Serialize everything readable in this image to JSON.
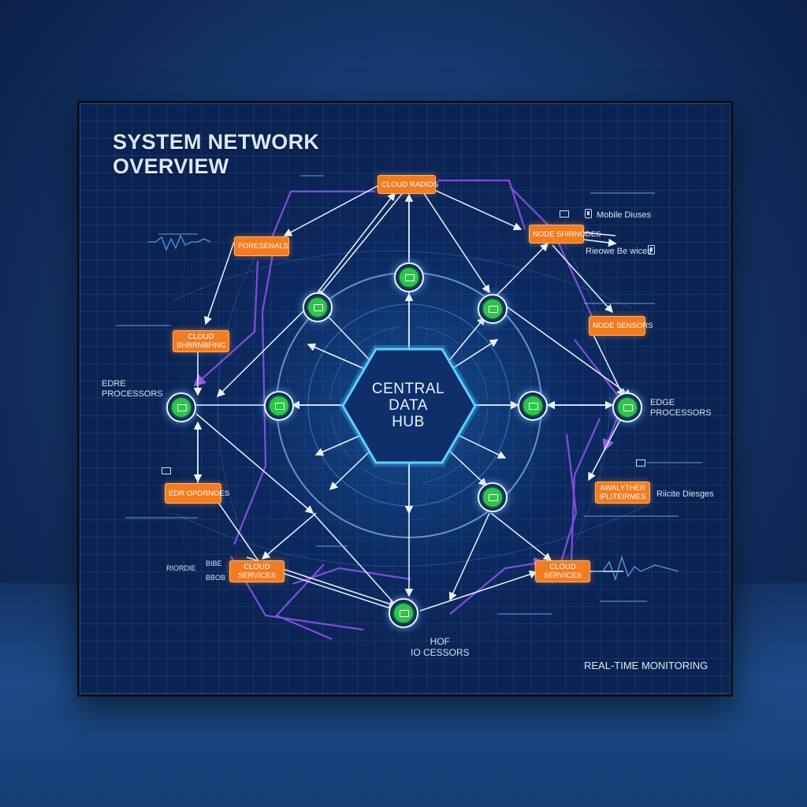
{
  "title": {
    "line1": "SYSTEM NETWORK",
    "line2": "OVERVIEW"
  },
  "hub": {
    "line1": "CENTRAL",
    "line2": "DATA",
    "line3": "HUB"
  },
  "boxes": {
    "top": [
      "CLOUD RADIOS"
    ],
    "upper_left": [
      "FORESENALS"
    ],
    "upper_right": [
      "NODE SHIRNODES"
    ],
    "right_sensors": [
      "NODE SENSORS"
    ],
    "left_cloud": [
      "CLOUD",
      "SHRRNBFING"
    ],
    "left_edge": [
      "EDR OPDRNOES"
    ],
    "right_analytics": [
      "AWALYTHER",
      "IPLITEIRMES"
    ],
    "bottom_left": [
      "CLOUD",
      "SERVICES"
    ],
    "bottom_right": [
      "CLOUD",
      "SERVICES"
    ]
  },
  "labels": {
    "left_edge": [
      "EDRE",
      "PROCESSORS"
    ],
    "right_edge": [
      "EDGE",
      "PROCESSORS"
    ],
    "mobile_devices": "Mobile Diuses",
    "remote_devices": "Rieowe Be wices",
    "right_devices": "Riicite Diesges",
    "bottom_proc": [
      "HOF",
      "IO CESSORS"
    ],
    "bottom_left_a": "RIORDIE",
    "bottom_left_b": "BIBE",
    "bottom_left_c": "BBOB"
  },
  "footer": {
    "monitoring": "REAL-TIME MONITORING"
  },
  "colors": {
    "panel": "#0b2352",
    "accent_box": "#f07d24",
    "node_fill": "#2fc34a",
    "hub_glow": "#2aa8ff",
    "purple_link": "#8a4ee8"
  }
}
